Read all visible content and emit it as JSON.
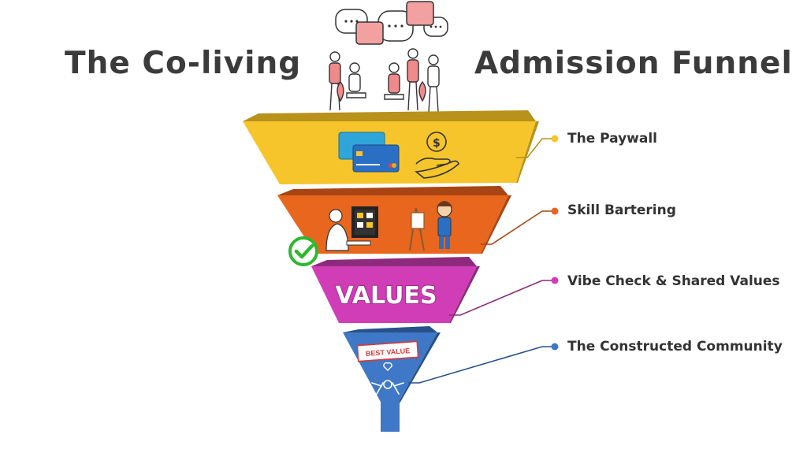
{
  "title": {
    "left": "The Co-living",
    "right": "Admission Funnel"
  },
  "stages": [
    {
      "label": "The Paywall",
      "color": "#f5c52b",
      "dark": "#b8921a",
      "dot": "#f5c52b",
      "icon": "credit-cards-and-payment-hand-icon"
    },
    {
      "label": "Skill Bartering",
      "color": "#e8661e",
      "dark": "#a84512",
      "dot": "#e8661e",
      "icon": "remote-worker-and-artist-icon"
    },
    {
      "label": "Vibe Check & Shared Values",
      "color": "#d03db6",
      "dark": "#8e2a7c",
      "dot": "#d03db6",
      "icon": "values-wordart",
      "word": "VALUES"
    },
    {
      "label": "The Constructed Community",
      "color": "#3f78c6",
      "dark": "#27518a",
      "dot": "#3f78c6",
      "icon": "best-value-community-hands-icon",
      "stamp": "BEST VALUE"
    }
  ],
  "colors": {
    "title": "#3b3b3b",
    "check": "#2eb82e",
    "people_accent": "#f08a8a",
    "bubble": "#f3a0a0"
  }
}
